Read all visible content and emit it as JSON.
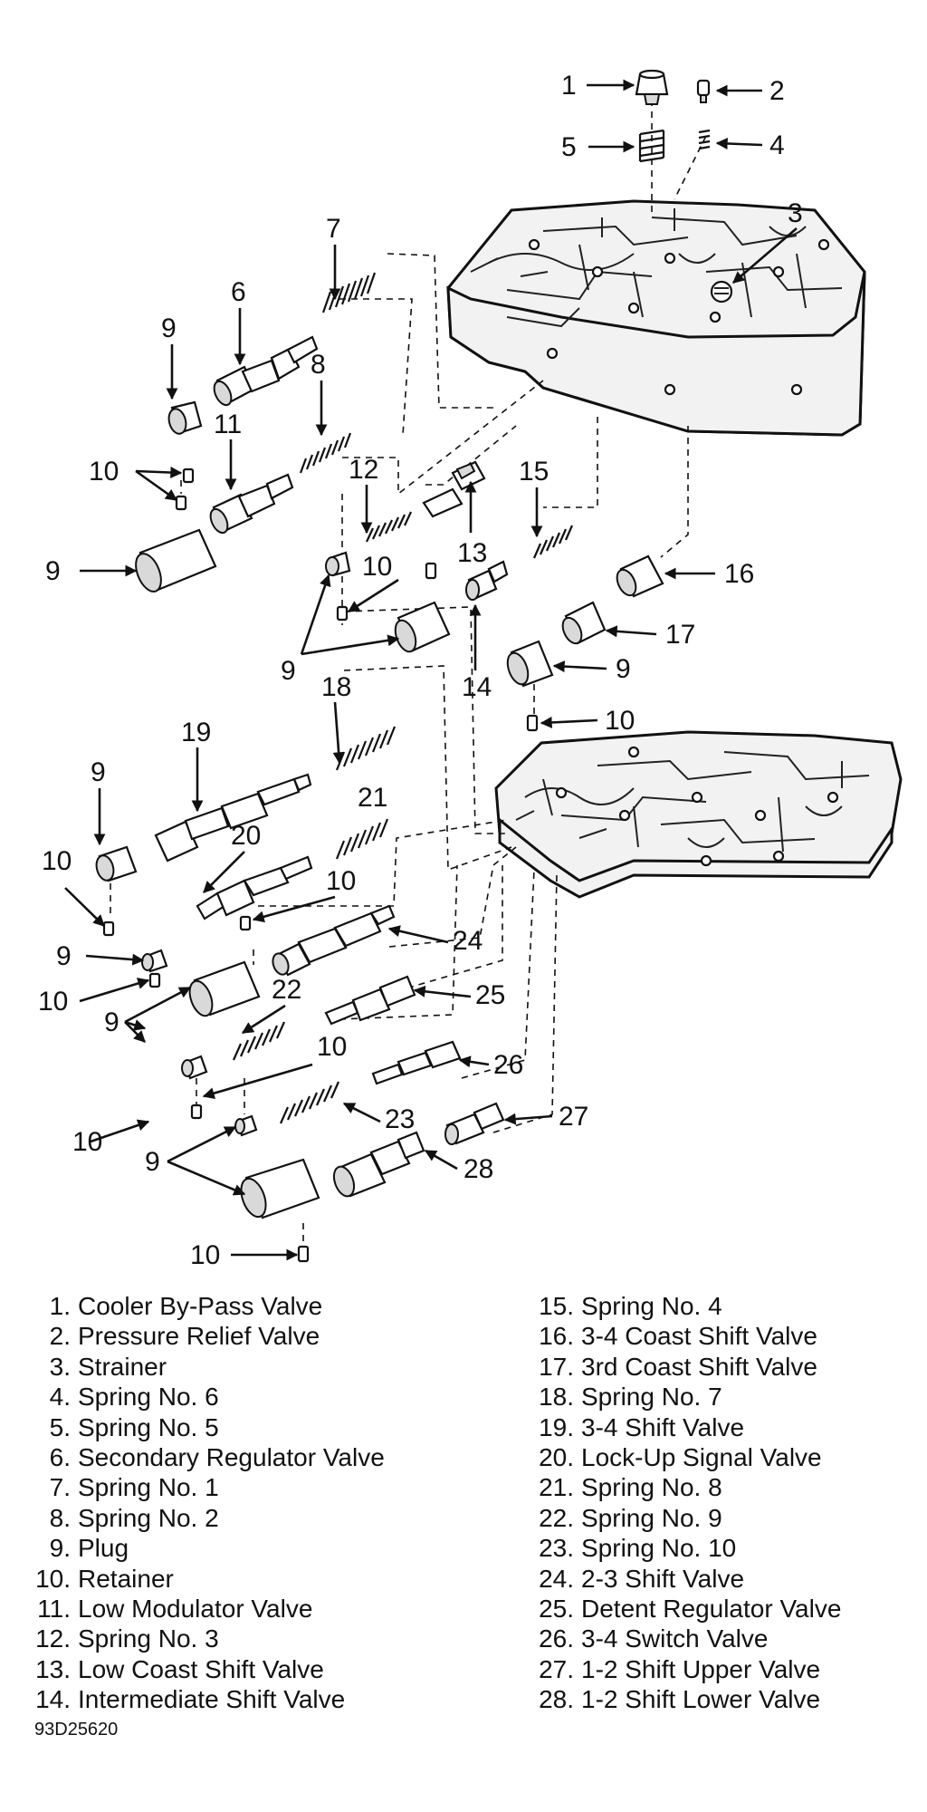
{
  "figure_code": "93D25620",
  "callouts": {
    "n1": "1",
    "n2": "2",
    "n3": "3",
    "n4": "4",
    "n5": "5",
    "n6": "6",
    "n7": "7",
    "n8": "8",
    "n9": "9",
    "n10": "10",
    "n11": "11",
    "n12": "12",
    "n13": "13",
    "n14": "14",
    "n15": "15",
    "n16": "16",
    "n17": "17",
    "n18": "18",
    "n19": "19",
    "n20": "20",
    "n21": "21",
    "n22": "22",
    "n23": "23",
    "n24": "24",
    "n25": "25",
    "n26": "26",
    "n27": "27",
    "n28": "28"
  },
  "legend_left": [
    {
      "num": "1.",
      "label": "Cooler By-Pass Valve"
    },
    {
      "num": "2.",
      "label": "Pressure Relief Valve"
    },
    {
      "num": "3.",
      "label": "Strainer"
    },
    {
      "num": "4.",
      "label": "Spring No. 6"
    },
    {
      "num": "5.",
      "label": "Spring No. 5"
    },
    {
      "num": "6.",
      "label": "Secondary Regulator Valve"
    },
    {
      "num": "7.",
      "label": "Spring No. 1"
    },
    {
      "num": "8.",
      "label": "Spring No. 2"
    },
    {
      "num": "9.",
      "label": "Plug"
    },
    {
      "num": "10.",
      "label": "Retainer"
    },
    {
      "num": "11.",
      "label": "Low Modulator Valve"
    },
    {
      "num": "12.",
      "label": "Spring No. 3"
    },
    {
      "num": "13.",
      "label": "Low Coast Shift Valve"
    },
    {
      "num": "14.",
      "label": "Intermediate Shift Valve"
    }
  ],
  "legend_right": [
    {
      "num": "15.",
      "label": "Spring No. 4"
    },
    {
      "num": "16.",
      "label": "3-4 Coast Shift Valve"
    },
    {
      "num": "17.",
      "label": "3rd Coast Shift Valve"
    },
    {
      "num": "18.",
      "label": "Spring No. 7"
    },
    {
      "num": "19.",
      "label": "3-4 Shift Valve"
    },
    {
      "num": "20.",
      "label": "Lock-Up Signal Valve"
    },
    {
      "num": "21.",
      "label": "Spring No. 8"
    },
    {
      "num": "22.",
      "label": "Spring No. 9"
    },
    {
      "num": "23.",
      "label": "Spring No. 10"
    },
    {
      "num": "24.",
      "label": "2-3 Shift Valve"
    },
    {
      "num": "25.",
      "label": "Detent Regulator Valve"
    },
    {
      "num": "26.",
      "label": "3-4 Switch Valve"
    },
    {
      "num": "27.",
      "label": "1-2 Shift Upper Valve"
    },
    {
      "num": "28.",
      "label": "1-2 Shift Lower Valve"
    }
  ]
}
